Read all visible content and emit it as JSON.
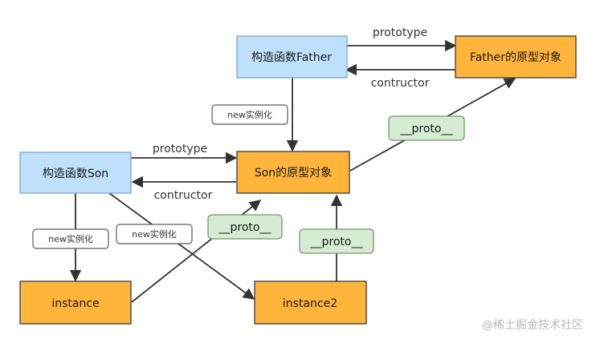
{
  "colors": {
    "constructor_fill": "#bfe0fb",
    "constructor_stroke": "#7ea6c8",
    "prototype_fill": "#ffb43b",
    "prototype_stroke": "#3a3a3a",
    "proto_label_fill": "#d5ebd2",
    "proto_label_stroke": "#6f9b68",
    "new_label_fill": "#ffffff",
    "new_label_stroke": "#5a5a5a",
    "line": "#333333"
  },
  "nodes": {
    "father_ctor": "构造函数Father",
    "father_proto": "Father的原型对象",
    "son_ctor": "构造函数Son",
    "son_proto": "Son的原型对象",
    "instance": "instance",
    "instance2": "instance2"
  },
  "edges": {
    "father_prototype": "prototype",
    "father_contructor": "contructor",
    "son_prototype": "prototype",
    "son_contructor": "contructor",
    "father_new": "new实例化",
    "son_new_1": "new实例化",
    "son_new_2": "new实例化",
    "proto_son_to_father": "__proto__",
    "proto_instance": "__proto__",
    "proto_instance2": "__proto__"
  },
  "watermark": "@稀土掘金技术社区"
}
